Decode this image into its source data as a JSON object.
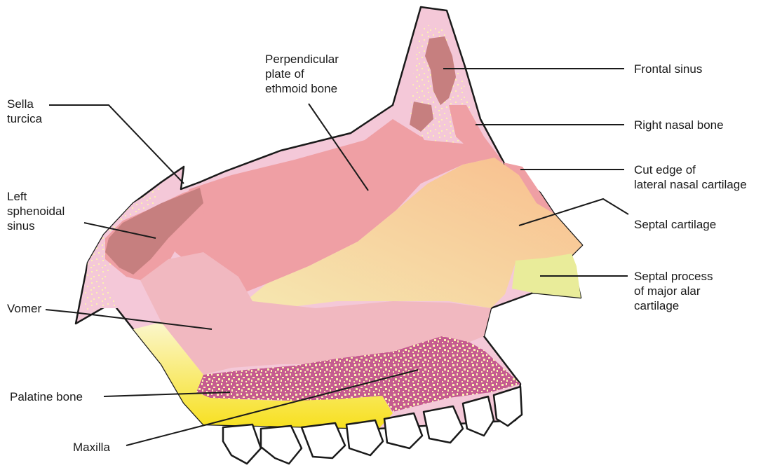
{
  "labels": {
    "sella_turcica": [
      "Sella",
      "turcica"
    ],
    "perpendicular_plate": [
      "Perpendicular",
      "plate of",
      "ethmoid bone"
    ],
    "frontal_sinus": [
      "Frontal sinus"
    ],
    "right_nasal_bone": [
      "Right nasal bone"
    ],
    "cut_edge": [
      "Cut edge of",
      "lateral nasal cartilage"
    ],
    "left_sphenoidal_sinus": [
      "Left",
      "sphenoidal",
      "sinus"
    ],
    "septal_cartilage": [
      "Septal cartilage"
    ],
    "septal_process": [
      "Septal process",
      "of major alar",
      "cartilage"
    ],
    "vomer": [
      "Vomer"
    ],
    "palatine_bone": [
      "Palatine bone"
    ],
    "maxilla": [
      "Maxilla"
    ]
  },
  "colors": {
    "bone_pink": "#f4c8d8",
    "ethmoid_salmon": "#ef9fa4",
    "sinus_brown": "#c67f7f",
    "septal_cartilage": "#f8c79a",
    "septal_light": "#f3e6a6",
    "alar_cartilage": "#e9ec9a",
    "vomer": "#f1b8c0",
    "maxilla_yellow": "#f7e23a",
    "palatine_magenta": "#c46092",
    "marrow_cream": "#fbf3b5",
    "outline": "#1a1a1a"
  }
}
